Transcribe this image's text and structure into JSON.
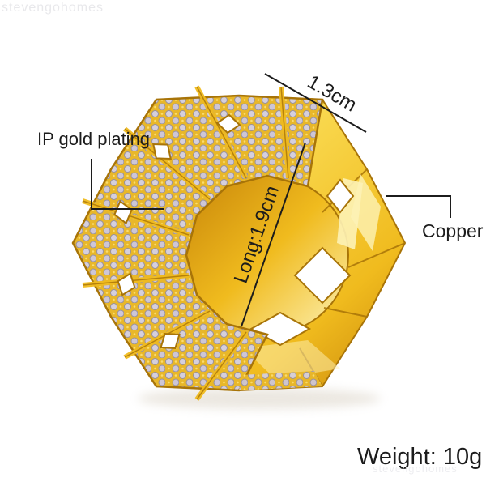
{
  "watermarks": {
    "top": "stevengohomes",
    "bottom": "stevengohomes"
  },
  "labels": {
    "width": "1.3cm",
    "plating": "IP gold plating",
    "length": "Long:1.9cm",
    "material": "Copper",
    "weight": "Weight: 10g"
  },
  "colors": {
    "background": "#ffffff",
    "annotation": "#1c1c1c",
    "watermark_top": "#e8e8eb",
    "watermark_bottom": "#ededf0",
    "gold_highlight": "#fdf2b6",
    "gold_light": "#f9d84e",
    "gold_mid": "#f0bb1e",
    "gold_deep": "#d89b0a",
    "gold_shadow": "#c8860a",
    "gold_edge": "#a87408",
    "pave_ground": "#e8b72a",
    "stone": "#d5cfdc",
    "stone_alt": "#cdc6d6",
    "stone_edge": "#97909f",
    "prong": "#f9dc6e",
    "hole": "#ffffff",
    "shadow": "#cfc5b4"
  }
}
